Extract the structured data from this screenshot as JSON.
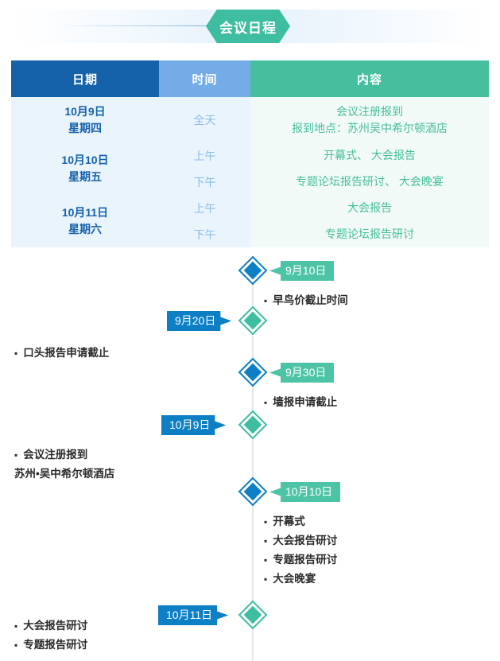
{
  "header": {
    "badge_label": "会议日程"
  },
  "schedule_table": {
    "columns": [
      "日期",
      "时间",
      "内容"
    ],
    "rows": [
      {
        "date_line1": "10月9日",
        "date_line2": "星期四",
        "slots": [
          {
            "time": "全天",
            "content": "会议注册报到\n报到地点：苏州吴中希尔顿酒店"
          }
        ]
      },
      {
        "date_line1": "10月10日",
        "date_line2": "星期五",
        "slots": [
          {
            "time": "上午",
            "content": "开幕式、 大会报告"
          },
          {
            "time": "下午",
            "content": "专题论坛报告研讨、 大会晚宴"
          }
        ]
      },
      {
        "date_line1": "10月11日",
        "date_line2": "星期六",
        "slots": [
          {
            "time": "上午",
            "content": "大会报告"
          },
          {
            "time": "下午",
            "content": "专题论坛报告研讨"
          }
        ]
      }
    ],
    "cells": {
      "r0_date1": "10月9日",
      "r0_date2": "星期四",
      "r0_time0": "全天",
      "r0_content_l1": "会议注册报到",
      "r0_content_l2": "报到地点：苏州吴中希尔顿酒店",
      "r1_date1": "10月10日",
      "r1_date2": "星期五",
      "r1_time0": "上午",
      "r1_content0": "开幕式、 大会报告",
      "r1_time1": "下午",
      "r1_content1": "专题论坛报告研讨、 大会晚宴",
      "r2_date1": "10月11日",
      "r2_date2": "星期六",
      "r2_time0": "上午",
      "r2_content0": "大会报告",
      "r2_time1": "下午",
      "r2_content1": "专题论坛报告研讨"
    }
  },
  "timeline": {
    "milestones": [
      {
        "label": "9月10日",
        "side": "right",
        "marker_color": "#0d7fc4",
        "pill_color": "#4dc4a6",
        "events": [
          "早鸟价截止时间"
        ]
      },
      {
        "label": "9月20日",
        "side": "left",
        "marker_color": "#3ebda0",
        "pill_color": "#0d7fc4",
        "events": [
          "口头报告申请截止"
        ]
      },
      {
        "label": "9月30日",
        "side": "right",
        "marker_color": "#0d7fc4",
        "pill_color": "#4dc4a6",
        "events": [
          "墙报申请截止"
        ]
      },
      {
        "label": "10月9日",
        "side": "left",
        "marker_color": "#3ebda0",
        "pill_color": "#0d7fc4",
        "events": [
          "会议注册报到",
          "苏州•吴中希尔顿酒店"
        ]
      },
      {
        "label": "10月10日",
        "side": "right",
        "marker_color": "#0d7fc4",
        "pill_color": "#4dc4a6",
        "events": [
          "开幕式",
          "大会报告研讨",
          "专题报告研讨",
          "大会晚宴"
        ]
      },
      {
        "label": "10月11日",
        "side": "left",
        "marker_color": "#3ebda0",
        "pill_color": "#0d7fc4",
        "events": [
          "大会报告研讨",
          "专题报告研讨"
        ]
      }
    ],
    "labels": {
      "m0": "9月10日",
      "m1": "9月20日",
      "m2": "9月30日",
      "m3": "10月9日",
      "m4": "10月10日",
      "m5": "10月11日"
    },
    "event_text": {
      "e0_0": "早鸟价截止时间",
      "e1_0": "口头报告申请截止",
      "e2_0": "墙报申请截止",
      "e3_0": "会议注册报到",
      "e3_1": "苏州•吴中希尔顿酒店",
      "e4_0": "开幕式",
      "e4_1": "大会报告研讨",
      "e4_2": "专题报告研讨",
      "e4_3": "大会晚宴",
      "e5_0": "大会报告研讨",
      "e5_1": "专题报告研讨"
    }
  },
  "colors": {
    "dark_blue": "#1562ab",
    "light_blue": "#74ace8",
    "teal": "#45bf9e",
    "pill_blue": "#0d7fc4",
    "pill_teal": "#4dc4a6",
    "row_blue_bg": "#eaf4fd",
    "row_green_bg": "#f2faf7",
    "axis_gray": "#e3e7ea"
  }
}
